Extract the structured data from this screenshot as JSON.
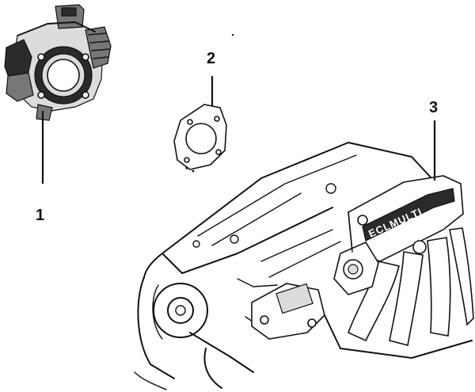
{
  "callouts": [
    {
      "id": "1",
      "label": "1"
    },
    {
      "id": "2",
      "label": "2"
    },
    {
      "id": "3",
      "label": "3"
    }
  ],
  "manifold_badge": "ECLMULTI",
  "parts": [
    {
      "callout": "1",
      "icon": "throttle-body-icon"
    },
    {
      "callout": "2",
      "icon": "gasket-icon"
    },
    {
      "callout": "3",
      "icon": "intake-manifold-icon"
    }
  ]
}
